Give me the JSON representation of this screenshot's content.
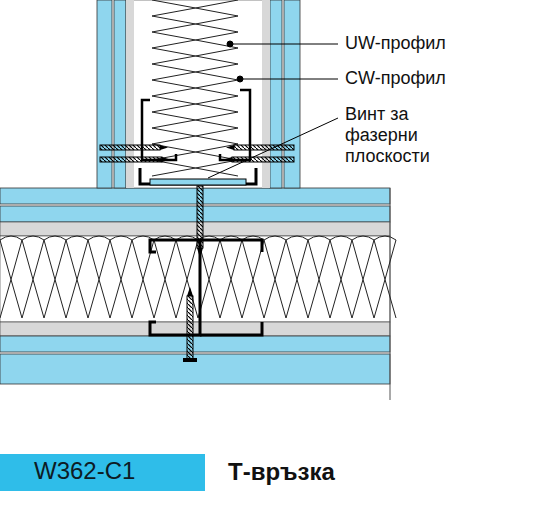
{
  "diagram": {
    "caption": "Т-връзка",
    "nodes": [
      {
        "text": [
          "W362-C1"
        ]
      }
    ],
    "labels": [
      "UW-профил",
      "CW-профил",
      "Винт за фазерни плоскости"
    ]
  }
}
